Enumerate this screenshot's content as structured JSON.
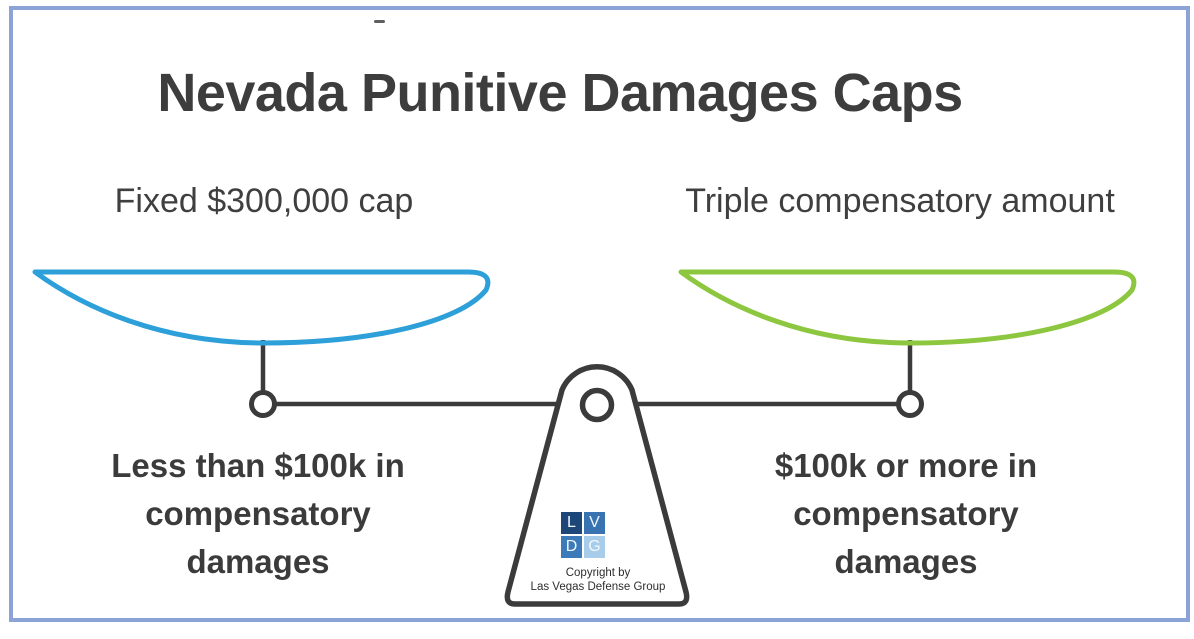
{
  "page": {
    "border_color": "#8ba3d6",
    "background": "#ffffff"
  },
  "title": {
    "text": "Nevada Punitive Damages Caps"
  },
  "scale": {
    "line_color": "#3b3b3b",
    "left": {
      "top_label": "Fixed $300,000 cap",
      "pan_color": "#2d9fd9",
      "bottom_label": "Less than $100k in compensatory damages"
    },
    "right": {
      "top_label": "Triple compensatory amount",
      "pan_color": "#8dc63f",
      "bottom_label": "$100k or more in compensatory damages"
    }
  },
  "logo": {
    "cells": [
      {
        "letter": "L",
        "color": "#1d4778"
      },
      {
        "letter": "V",
        "color": "#3973b1"
      },
      {
        "letter": "D",
        "color": "#3d7ab9"
      },
      {
        "letter": "G",
        "color": "#a8cdeb"
      }
    ],
    "copyright_line1": "Copyright by",
    "copyright_line2": "Las Vegas Defense Group"
  }
}
